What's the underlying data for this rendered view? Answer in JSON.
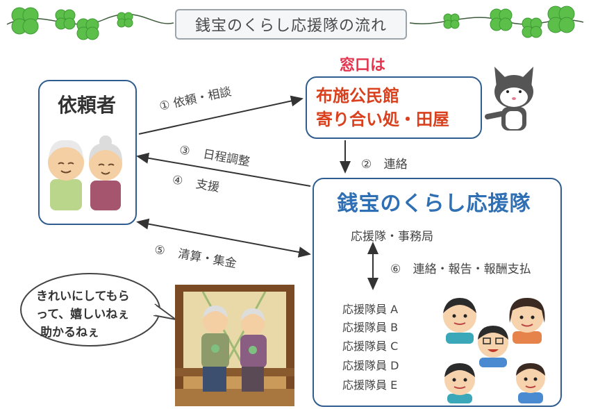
{
  "title": "銭宝のくらし応援隊の流れ",
  "requester": {
    "title": "依頼者"
  },
  "window": {
    "label": "窓口は",
    "line1": "布施公民館",
    "line2": "寄り合い処・田屋"
  },
  "team": {
    "title": "銭宝のくらし応援隊",
    "office": "応援隊・事務局",
    "members": [
      "応援隊員 A",
      "応援隊員 B",
      "応援隊員 C",
      "応援隊員 D",
      "応援隊員 E"
    ]
  },
  "flows": [
    {
      "num": "①",
      "label": "依頼・相談"
    },
    {
      "num": "②",
      "label": "連絡"
    },
    {
      "num": "③",
      "label": "日程調整"
    },
    {
      "num": "④",
      "label": "支援"
    },
    {
      "num": "⑤",
      "label": "清算・集金"
    },
    {
      "num": "⑥",
      "label": "連絡・報告・報酬支払"
    }
  ],
  "speech": {
    "line1": "きれいにしてもら",
    "line2": "って、嬉しいねぇ",
    "line3": "助かるねぇ"
  },
  "colors": {
    "team_title": "#2f6fb4",
    "window_text": "#d9401e",
    "window_label": "#e3334d",
    "box_border": "#2f5d8f"
  }
}
